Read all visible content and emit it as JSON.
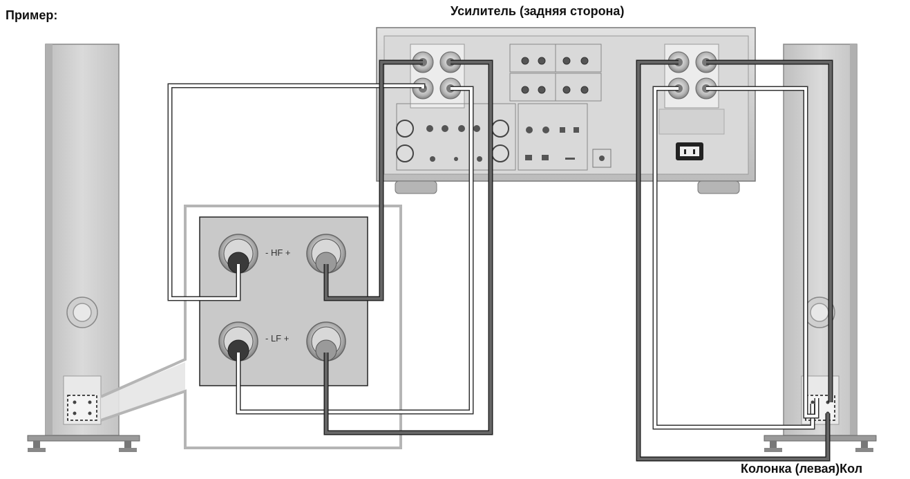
{
  "labels": {
    "example": "Пример:",
    "amplifier": "Усилитель (задняя сторона)",
    "speaker": "Колонка (левая)Кол"
  },
  "terminals": {
    "hf": "-  HF  +",
    "lf": "-  LF  +"
  },
  "colors": {
    "cable_light": "#ffffff",
    "cable_dark": "#555555",
    "panel": "#c8c8c8",
    "speaker_body": "#d0d0d0"
  }
}
